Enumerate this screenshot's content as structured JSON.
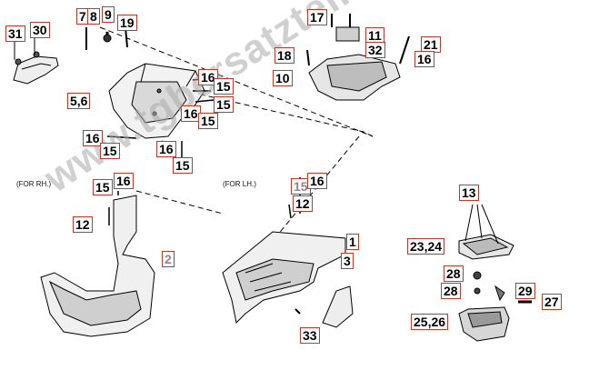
{
  "watermark": "www.tgbersatzteile.de",
  "notes": {
    "rh": "(FOR RH.)",
    "lh": "(FOR LH.)"
  },
  "labels": {
    "l31": "31",
    "l30": "30",
    "l7": "7",
    "l8": "8",
    "l9": "9",
    "l19": "19",
    "l5_6": "5,6",
    "l16a": "16",
    "l15a": "15",
    "l16b": "16",
    "l15b": "15",
    "l16c": "16",
    "l15c": "15",
    "l16d": "16",
    "l15d": "15",
    "l17": "17",
    "l18": "18",
    "l11": "11",
    "l32": "32",
    "l10": "10",
    "l21": "21",
    "l16e": "16",
    "l15e": "15",
    "l16f": "16",
    "l12a": "12",
    "l2": "2",
    "l15f": "15",
    "l16g": "16",
    "l12b": "12",
    "l1": "1",
    "l3": "3",
    "l33": "33",
    "l13": "13",
    "l23_24": "23,24",
    "l28a": "28",
    "l28b": "28",
    "l29": "29",
    "l27": "27",
    "l25_26": "25,26"
  },
  "colors": {
    "label_border": "#c0392b",
    "line": "#000000",
    "watermark": "#aaaaaa"
  }
}
